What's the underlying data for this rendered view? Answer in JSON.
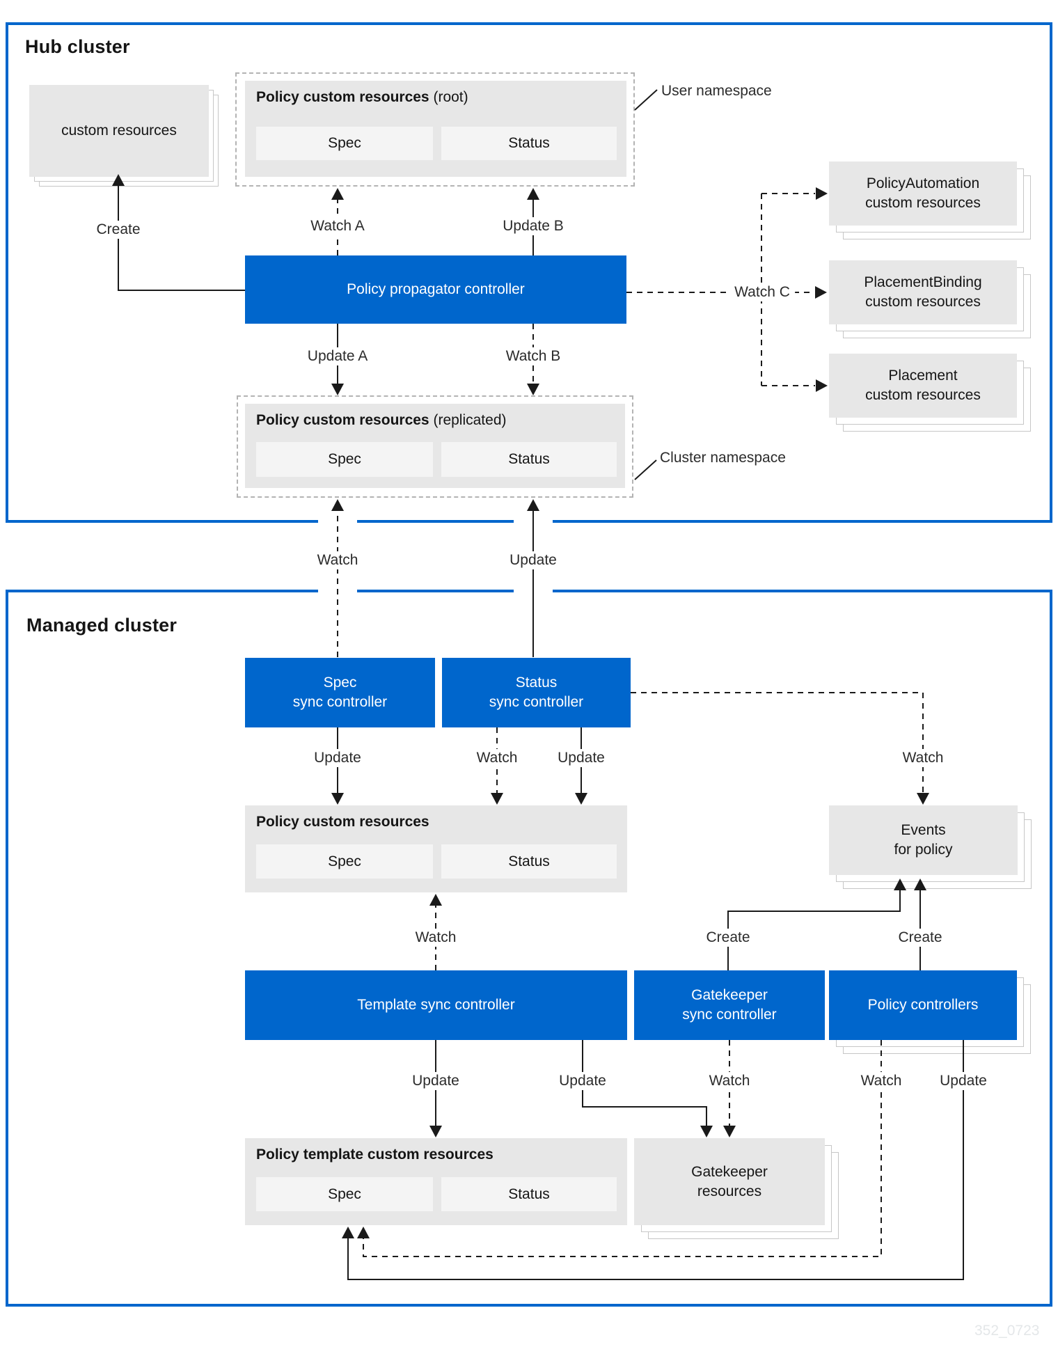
{
  "colors": {
    "accent": "#0066cc",
    "line": "#1a1a1a",
    "box_gray": "#e7e7e7",
    "sub_gray": "#f4f4f4"
  },
  "hub": {
    "title": "Hub cluster",
    "custom_resources_label": "custom resources",
    "user_namespace": "User namespace",
    "cluster_namespace": "Cluster namespace",
    "root_policy": {
      "title": "Policy custom resources",
      "qualifier": "(root)",
      "spec": "Spec",
      "status": "Status"
    },
    "replicated_policy": {
      "title": "Policy custom resources",
      "qualifier": "(replicated)",
      "spec": "Spec",
      "status": "Status"
    },
    "propagator": "Policy propagator controller",
    "automation_box": {
      "line1": "PolicyAutomation",
      "line2": "custom resources"
    },
    "placement_binding_box": {
      "line1": "PlacementBinding",
      "line2": "custom resources"
    },
    "placement_box": {
      "line1": "Placement",
      "line2": "custom resources"
    },
    "edges": {
      "create": "Create",
      "watch_a": "Watch A",
      "update_b": "Update B",
      "update_a": "Update A",
      "watch_b": "Watch B",
      "watch_c": "Watch C"
    }
  },
  "bridge": {
    "watch": "Watch",
    "update": "Update"
  },
  "managed": {
    "title": "Managed cluster",
    "spec_sync": {
      "line1": "Spec",
      "line2": "sync controller"
    },
    "status_sync": {
      "line1": "Status",
      "line2": "sync controller"
    },
    "policy_cr": {
      "title": "Policy custom resources",
      "spec": "Spec",
      "status": "Status"
    },
    "events_box": {
      "line1": "Events",
      "line2": "for policy"
    },
    "template_sync": "Template sync controller",
    "gatekeeper_sync": {
      "line1": "Gatekeeper",
      "line2": "sync controller"
    },
    "policy_controllers": "Policy controllers",
    "policy_template": {
      "title": "Policy template custom resources",
      "spec": "Spec",
      "status": "Status"
    },
    "gatekeeper_resources": {
      "line1": "Gatekeeper",
      "line2": "resources"
    },
    "edges": {
      "update": "Update",
      "watch": "Watch",
      "create": "Create"
    }
  },
  "watermark": "352_0723"
}
